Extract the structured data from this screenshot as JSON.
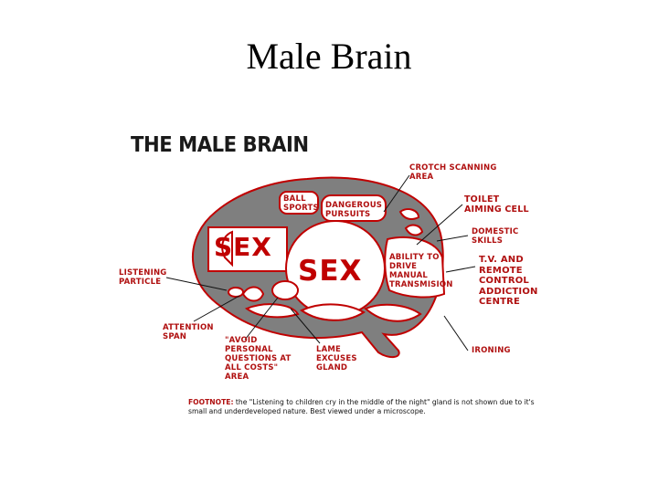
{
  "slide": {
    "title": "Male Brain"
  },
  "figure": {
    "title": "THE MALE BRAIN",
    "regions": {
      "sex_1": "SEX",
      "sex_2": "SEX",
      "ball_sports": "BALL\nSPORTS",
      "dangerous_pursuits": "DANGEROUS\nPURSUITS",
      "drive": "ABILITY TO\nDRIVE\nMANUAL\nTRANSMISION"
    },
    "callouts": {
      "crotch": "CROTCH SCANNING\nAREA",
      "toilet": "TOILET\nAIMING CELL",
      "domestic": "DOMESTIC\nSKILLS",
      "tv": "T.V. AND\nREMOTE\nCONTROL\nADDICTION\nCENTRE",
      "listening": "LISTENING\nPARTICLE",
      "attention": "ATTENTION\nSPAN",
      "avoid": "\"AVOID\nPERSONAL\nQUESTIONS AT\nALL COSTS\"\nAREA",
      "excuses": "LAME\nEXCUSES\nGLAND",
      "ironing": "IRONING"
    },
    "footnote_label": "FOOTNOTE:",
    "footnote_text": "the \"Listening to children cry in the middle of the night\" gland is not shown due to it's small and underdeveloped nature.  Best viewed under a microscope."
  },
  "colors": {
    "brain_fill": "#7f7f7f",
    "outline": "#c00000",
    "text_red": "#b01010"
  }
}
